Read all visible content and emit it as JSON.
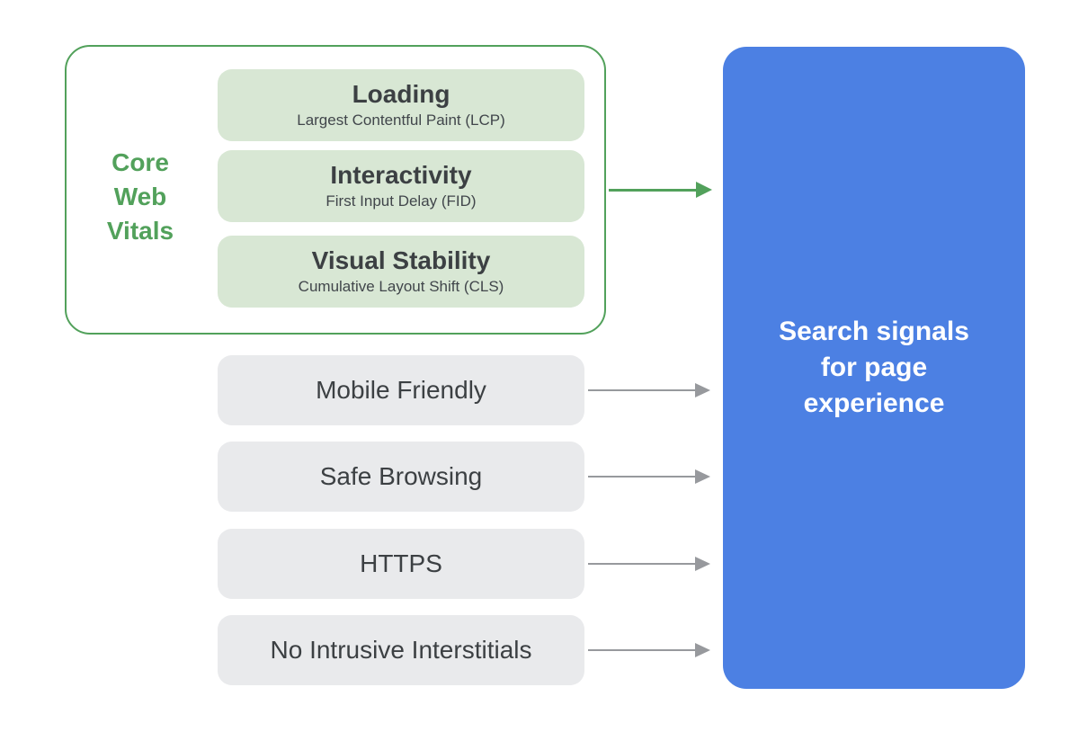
{
  "diagram": {
    "core_web_vitals": {
      "label_lines": [
        "Core",
        "Web",
        "Vitals"
      ],
      "vitals": [
        {
          "title": "Loading",
          "subtitle": "Largest Contentful Paint (LCP)"
        },
        {
          "title": "Interactivity",
          "subtitle": "First Input Delay (FID)"
        },
        {
          "title": "Visual Stability",
          "subtitle": "Cumulative Layout Shift (CLS)"
        }
      ]
    },
    "other_signals": [
      {
        "label": "Mobile Friendly"
      },
      {
        "label": "Safe Browsing"
      },
      {
        "label": "HTTPS"
      },
      {
        "label": "No Intrusive Interstitials"
      }
    ],
    "target": {
      "lines": [
        "Search signals",
        "for page",
        "experience"
      ]
    }
  },
  "colors": {
    "green": "#52a15b",
    "green-light": "#d8e7d4",
    "gray-box": "#e9eaec",
    "arrow-gray": "#97999d",
    "blue": "#4c80e3",
    "text-dark": "#3c4043",
    "text-white": "#ffffff",
    "bg": "#ffffff"
  }
}
